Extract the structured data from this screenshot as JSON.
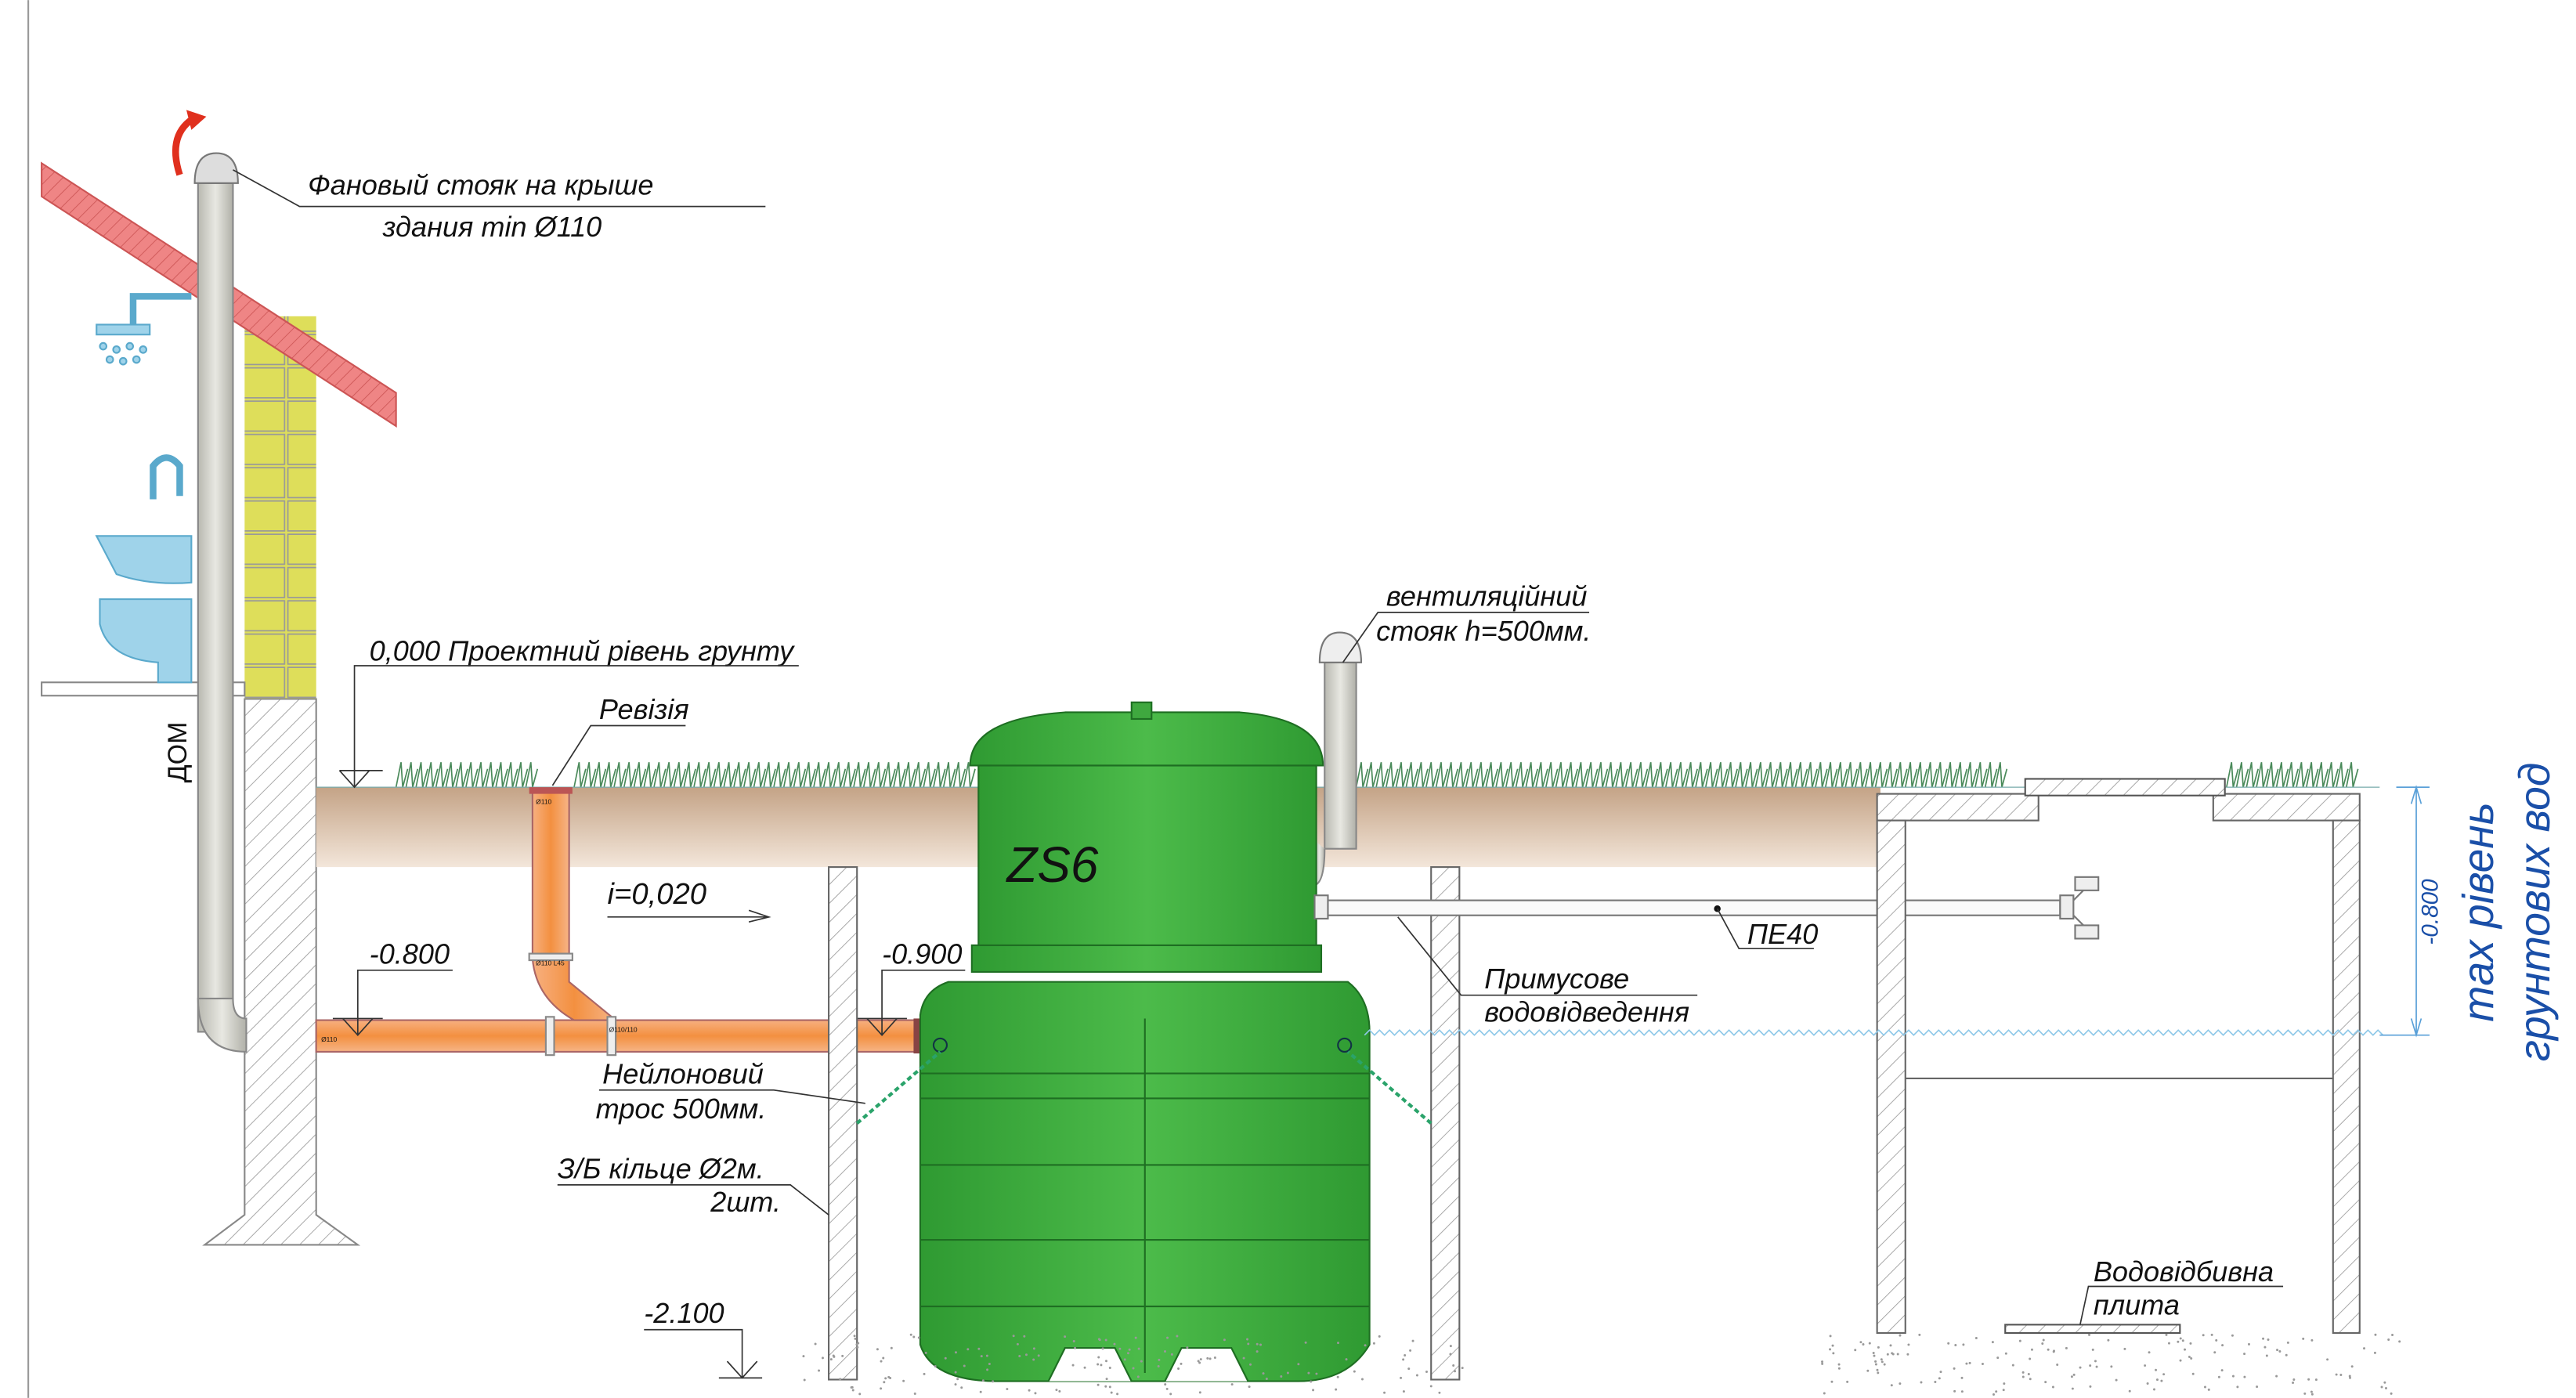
{
  "labels": {
    "vent_stack_roof_1": "Фановый стояк на крыше",
    "vent_stack_roof_2": "здания min Ø110",
    "house": "ДОМ",
    "ground_level": "0,000 Проектний рівень грунту",
    "revision": "Ревізія",
    "slope": "i=0,020",
    "level_inlet": "-0.800",
    "level_tank_inlet": "-0.900",
    "level_bottom": "-2.100",
    "nylon_rope_1": "Нейлоновий",
    "nylon_rope_2": "трос 500мм.",
    "concrete_ring_1": "З/Б кільце Ø2м.",
    "concrete_ring_2": "2шт.",
    "tank_model": "ZS6",
    "vent_riser_1": "вентиляційний",
    "vent_riser_2": "стояк h=500мм.",
    "forced_drain_1": "Примусове",
    "forced_drain_2": "водовідведення",
    "pe_pipe": "ПЕ40",
    "splash_plate_1": "Водовідбивна",
    "splash_plate_2": "плита",
    "gw_dim": "-0.800",
    "gw_1": "max рівень",
    "gw_2": "грунтових вод",
    "pipe_marks": [
      "Ø110",
      "Ø110 L45",
      "Ø110/110",
      "Ø110"
    ]
  },
  "colors": {
    "tank": "#3fa83f",
    "pipe": "#f39a5a",
    "soil": "#c9ab8e",
    "brick": "#dede5a",
    "roof": "#ef8080",
    "blue": "#1a4fa8"
  }
}
